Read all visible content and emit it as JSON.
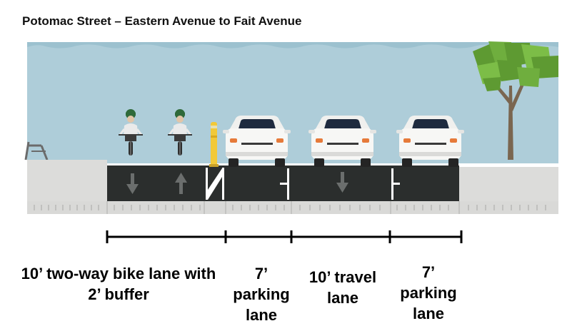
{
  "title": "Potomac Street – Eastern Avenue to Fait Avenue",
  "colors": {
    "sky": "#aecdd9",
    "asphalt": "#2b2e2d",
    "sidewalk": "#dcdcda",
    "car_body": "#f7f7f5",
    "car_glass": "#1e2a3f",
    "tree_foliage": "#6aa93a",
    "tree_trunk": "#7a6650",
    "bollard": "#f2c938",
    "cyclist_helmet": "#2f6a3a"
  },
  "icons": {
    "cyclist": "cyclist-icon",
    "car": "car-icon",
    "tree": "tree-icon",
    "bollard": "flex-post-icon",
    "bench": "bench-icon",
    "arrow_down": "arrow-down-icon",
    "arrow_up": "arrow-up-icon"
  },
  "lanes": [
    {
      "label_lines": [
        "10’ two-way bike lane with",
        "2’ buffer"
      ]
    },
    {
      "label_lines": [
        "7’",
        "parking",
        "lane"
      ]
    },
    {
      "label_lines": [
        "10’ travel",
        "lane"
      ]
    },
    {
      "label_lines": [
        "7’",
        "parking",
        "lane"
      ]
    }
  ]
}
